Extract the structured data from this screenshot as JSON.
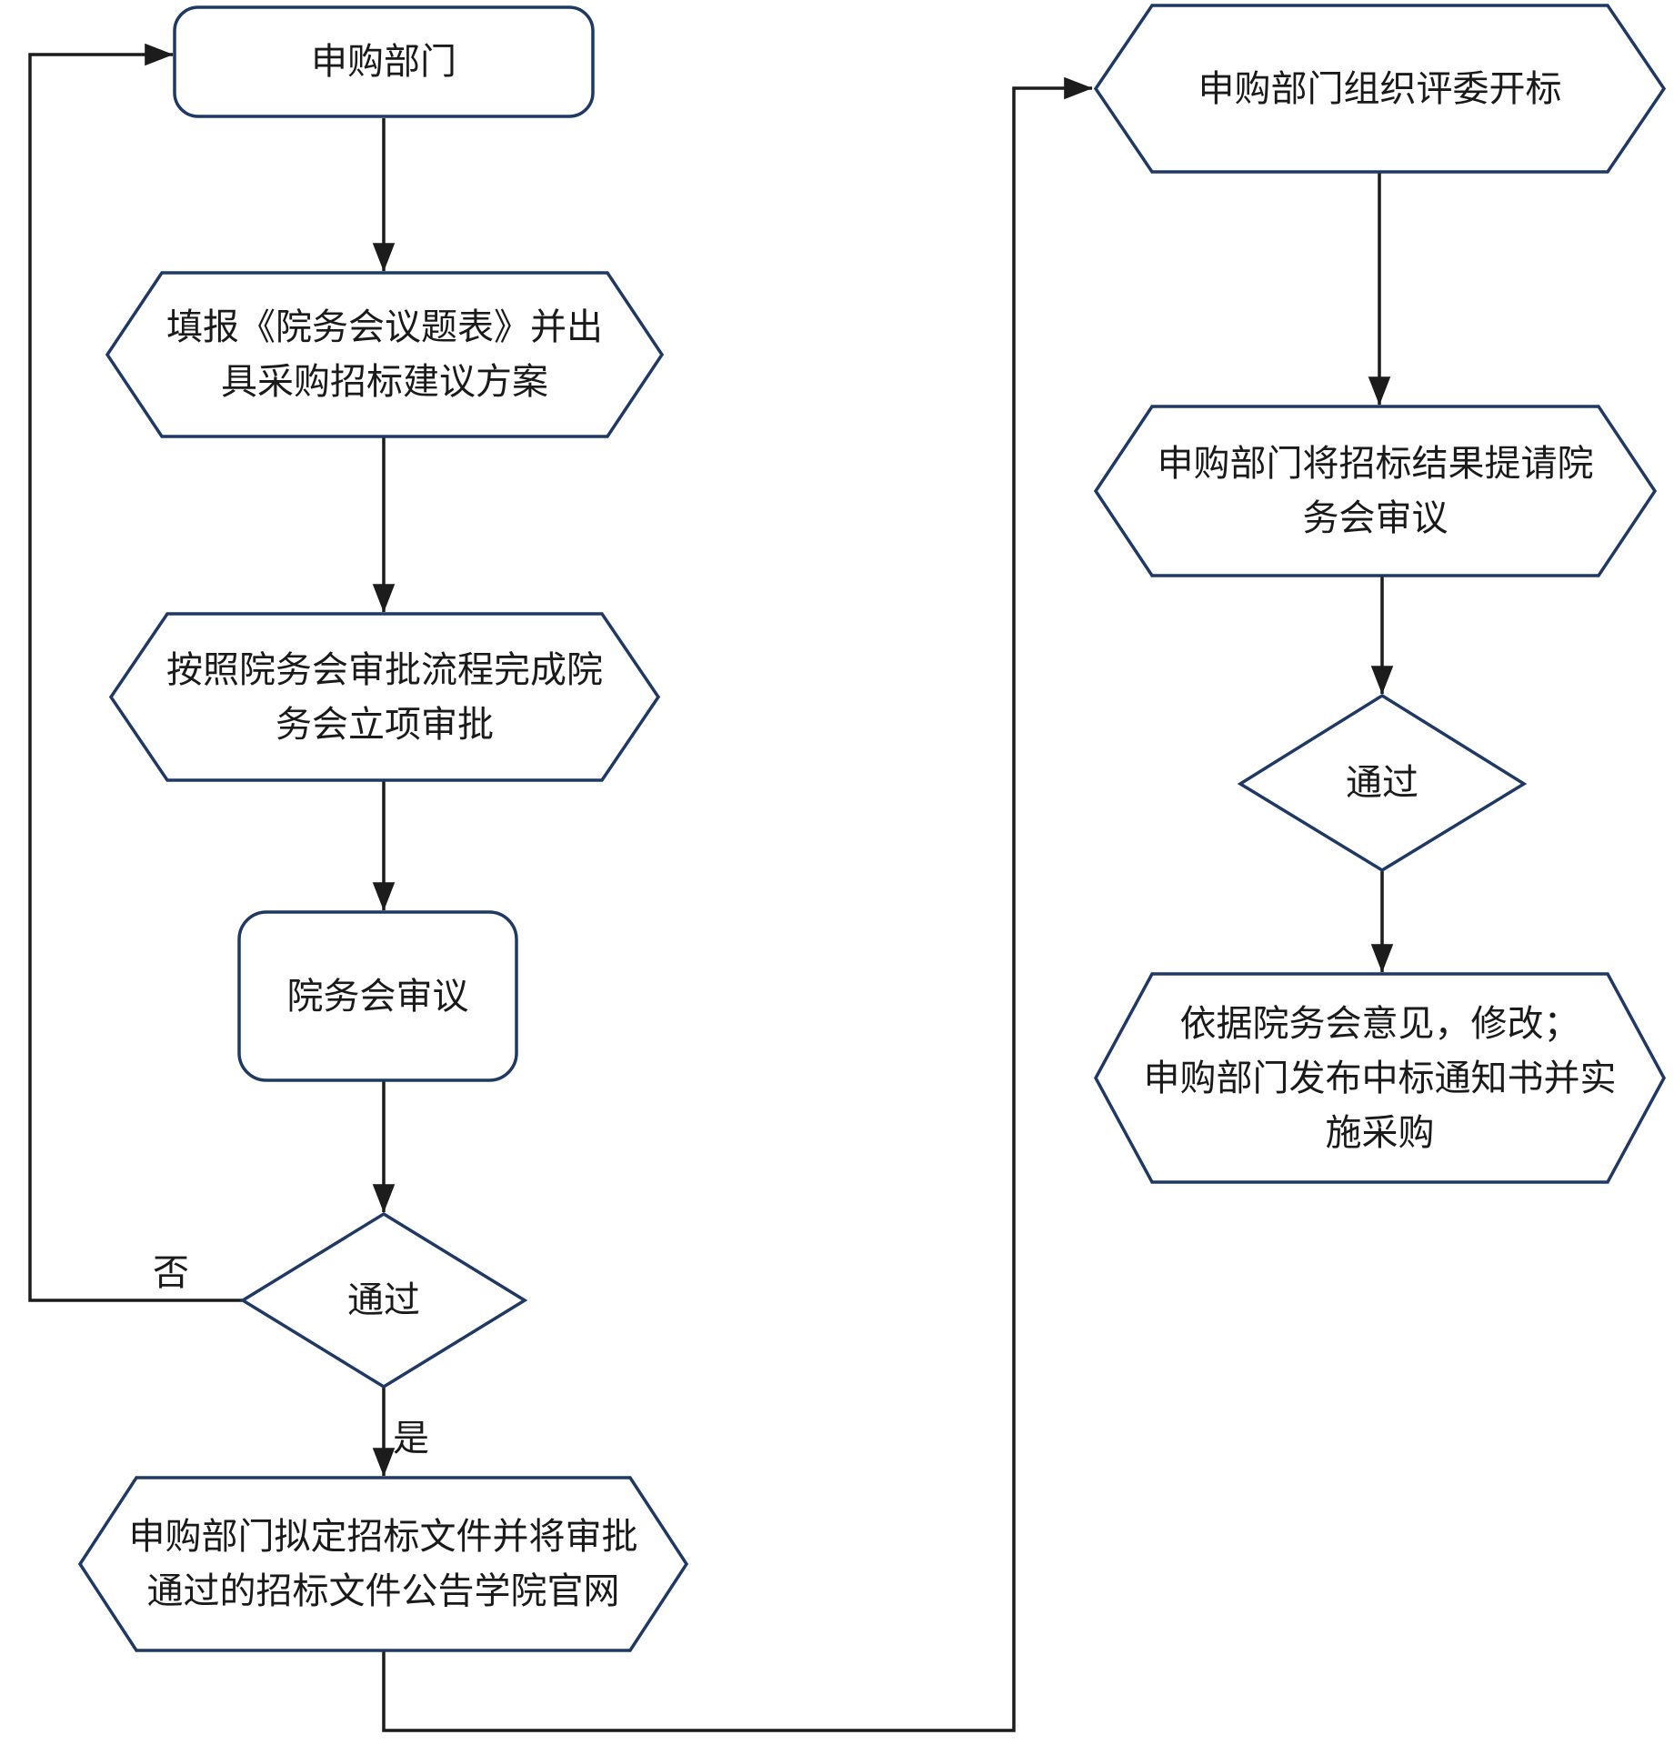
{
  "diagram": {
    "colors": {
      "outline": "#1f3864",
      "connector": "#1c1c1c",
      "text": "#1a1a1a",
      "bg": "#ffffff"
    },
    "nodes": {
      "purchasing_dept": {
        "shape": "rounded-rect",
        "lines": [
          "申购部门"
        ]
      },
      "fill_topic_form": {
        "shape": "hexagon",
        "lines": [
          "填报《院务会议题表》并出",
          "具采购招标建议方案"
        ]
      },
      "council_project_approval": {
        "shape": "hexagon",
        "lines": [
          "按照院务会审批流程完成院",
          "务会立项审批"
        ]
      },
      "council_review": {
        "shape": "rounded-rect",
        "lines": [
          "院务会审议"
        ]
      },
      "decision_pass_left": {
        "shape": "diamond",
        "lines": [
          "通过"
        ]
      },
      "draft_tender_documents": {
        "shape": "hexagon",
        "lines": [
          "申购部门拟定招标文件并将审批",
          "通过的招标文件公告学院官网"
        ]
      },
      "organize_bid_opening": {
        "shape": "hexagon",
        "lines": [
          "申购部门组织评委开标"
        ]
      },
      "submit_bid_results": {
        "shape": "hexagon",
        "lines": [
          "申购部门将招标结果提请院",
          "务会审议"
        ]
      },
      "decision_pass_right": {
        "shape": "diamond",
        "lines": [
          "通过"
        ]
      },
      "issue_award_notice": {
        "shape": "hexagon",
        "lines": [
          "依据院务会意见，修改；",
          "申购部门发布中标通知书并实",
          "施采购"
        ]
      }
    },
    "edge_labels": {
      "no": "否",
      "yes": "是"
    }
  }
}
